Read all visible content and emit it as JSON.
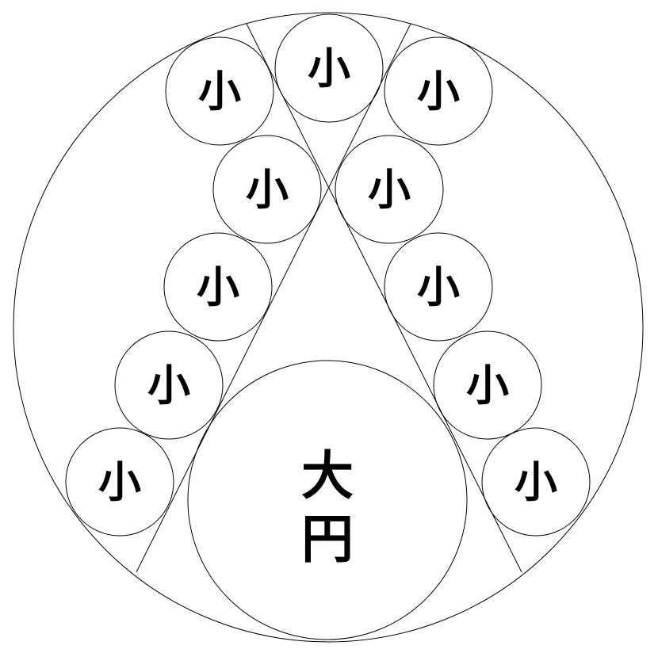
{
  "colors": {
    "background": "#ffffff",
    "stroke": "#000000",
    "text": "#000000"
  },
  "small_circle_label": "小",
  "big_circle_label_top": "大",
  "big_circle_label_bottom": "円"
}
